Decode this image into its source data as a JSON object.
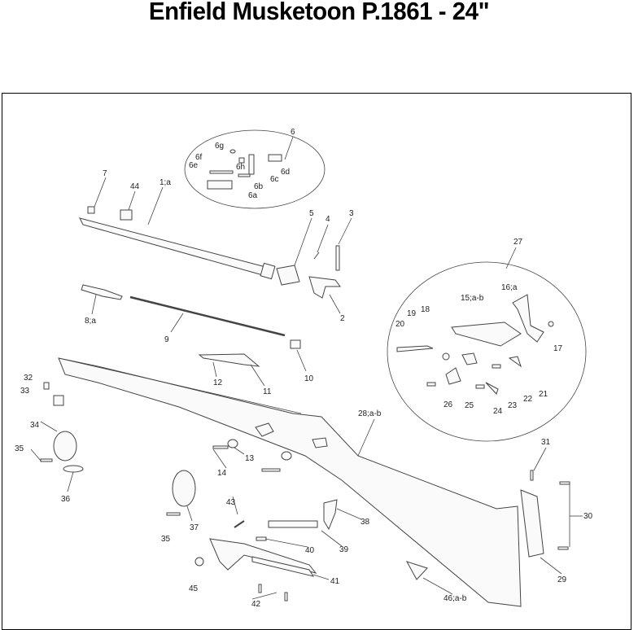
{
  "title": "Enfield Musketoon P.1861 - 24\"",
  "labels": {
    "l6": "6",
    "l6g": "6g",
    "l6f": "6f",
    "l6e": "6e",
    "l6h": "6h",
    "l6d": "6d",
    "l6c": "6c",
    "l6b": "6b",
    "l6a": "6a",
    "l7": "7",
    "l44": "44",
    "l1": "1;a",
    "l5": "5",
    "l4": "4",
    "l3": "3",
    "l2": "2",
    "l8": "8;a",
    "l9": "9",
    "l10": "10",
    "l11": "11",
    "l12": "12",
    "l27": "27",
    "l16": "16;a",
    "l15": "15;a-b",
    "l19": "19",
    "l18": "18",
    "l20": "20",
    "l17": "17",
    "l21": "21",
    "l22": "22",
    "l23": "23",
    "l24": "24",
    "l25": "25",
    "l26": "26",
    "l32": "32",
    "l33": "33",
    "l34": "34",
    "l35a": "35",
    "l36": "36",
    "l28": "28;a-b",
    "l13": "13",
    "l14": "14",
    "l31": "31",
    "l30": "30",
    "l29": "29",
    "l37": "37",
    "l35b": "35",
    "l43": "43",
    "l38": "38",
    "l39": "39",
    "l40": "40",
    "l41": "41",
    "l45": "45",
    "l42": "42",
    "l46": "46;a-b"
  }
}
